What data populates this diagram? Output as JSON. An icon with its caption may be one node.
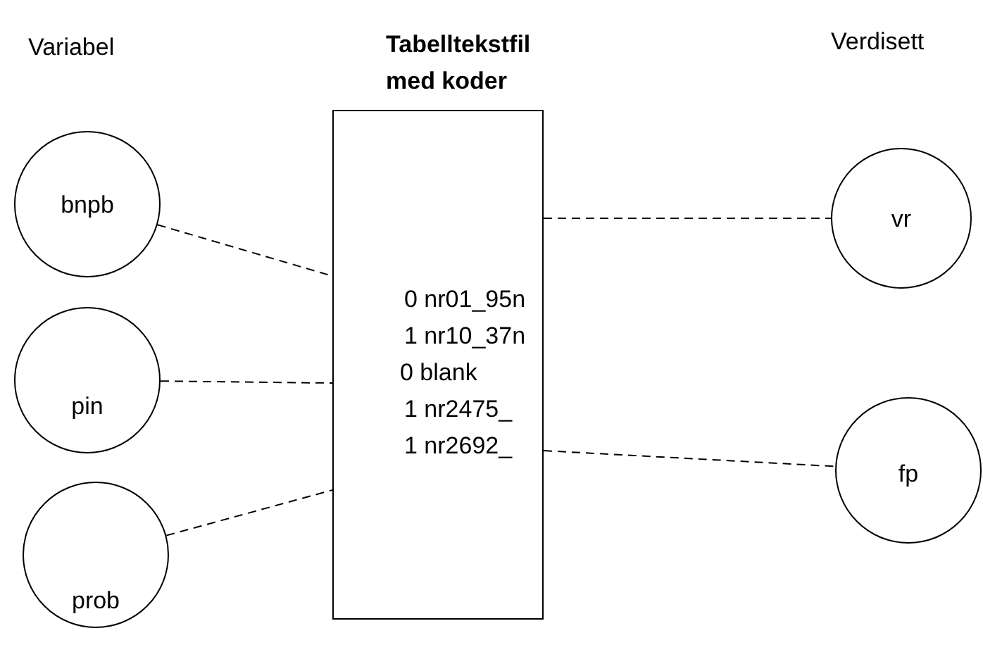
{
  "diagram": {
    "nodes": [
      {
        "text": [
          "bnpb"
        ]
      },
      {
        "text": [
          "pin"
        ]
      },
      {
        "text": [
          "prob"
        ]
      },
      {
        "text": [
          "Tabelltekstfil med koder",
          "0 nr01_95n",
          "1 nr10_37n",
          "0 blank",
          "1 nr2475_",
          "1 nr2692_"
        ]
      },
      {
        "text": [
          "vr"
        ]
      },
      {
        "text": [
          "fp"
        ]
      }
    ],
    "edges": [
      {
        "from": 0,
        "to": 3,
        "arrow": "none",
        "style": "dashed"
      },
      {
        "from": 1,
        "to": 3,
        "arrow": "none",
        "style": "dashed"
      },
      {
        "from": 2,
        "to": 3,
        "arrow": "none",
        "style": "dashed"
      },
      {
        "from": 3,
        "to": 4,
        "arrow": "none",
        "style": "dashed"
      },
      {
        "from": 3,
        "to": 5,
        "arrow": "none",
        "style": "dashed"
      }
    ],
    "labels": [
      "Variabel",
      "Verdisett"
    ]
  }
}
